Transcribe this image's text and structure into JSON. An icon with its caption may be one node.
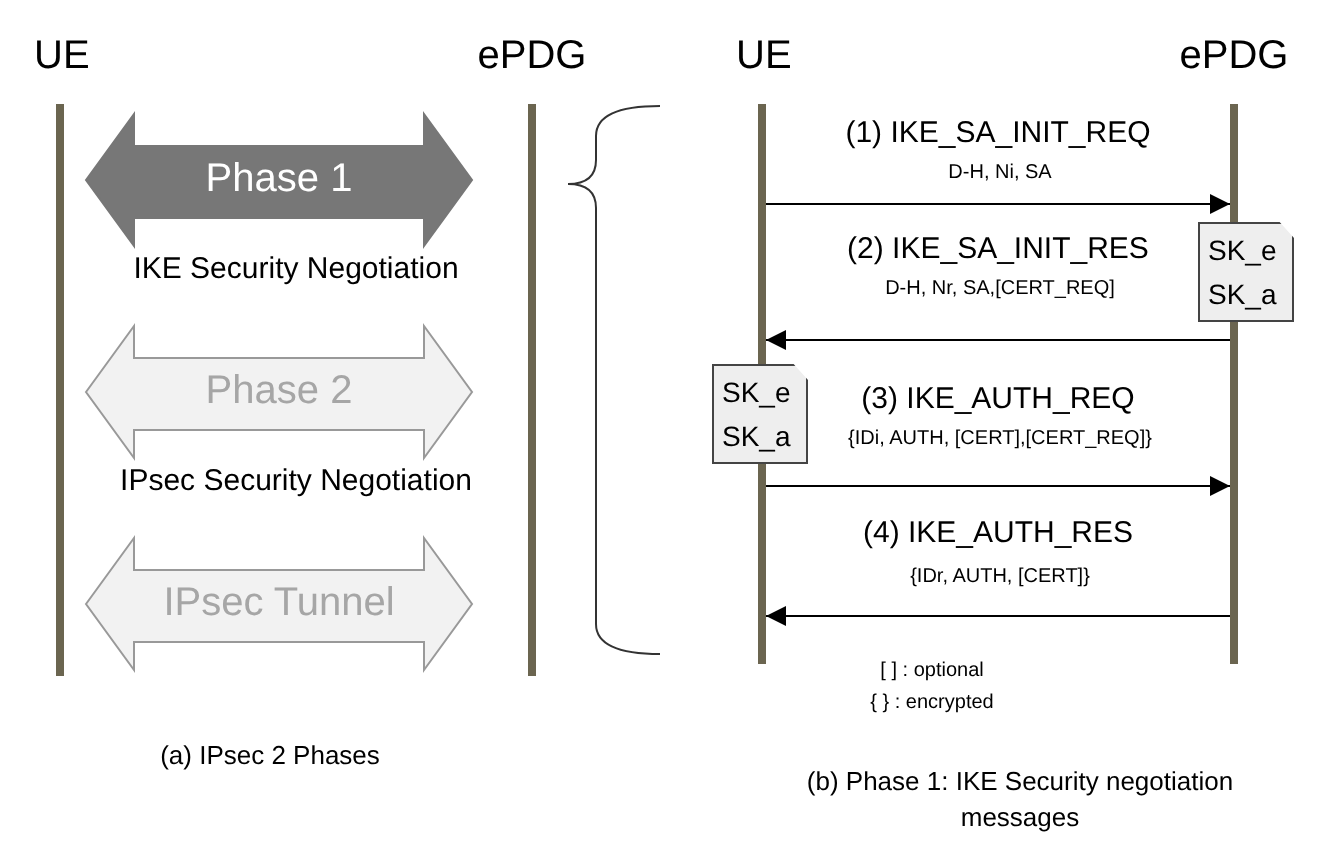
{
  "diagram": {
    "nodes": [
      {
        "text": [
          "UE"
        ]
      },
      {
        "text": [
          "ePDG"
        ]
      },
      {
        "text": [
          "UE"
        ]
      },
      {
        "text": [
          "ePDG"
        ]
      },
      {
        "text": [
          "SK_e SK_a"
        ]
      },
      {
        "text": [
          "SK_e SK_a"
        ]
      }
    ],
    "edges": [
      {
        "from": 0,
        "to": 1,
        "arrow": "both",
        "label": "Phase 1",
        "style": "thick",
        "color": "#777777"
      },
      {
        "from": 0,
        "to": 1,
        "arrow": "both",
        "label": "Phase 2",
        "style": "thick",
        "color": "#f2f2f2"
      },
      {
        "from": 0,
        "to": 1,
        "arrow": "both",
        "label": "IPsec Tunnel",
        "style": "thick",
        "color": "#f2f2f2"
      },
      {
        "from": 2,
        "to": 3,
        "arrow": "to",
        "label": "(1) IKE_SA_INIT_REQ"
      },
      {
        "from": 3,
        "to": 2,
        "arrow": "to",
        "label": "(2) IKE_SA_INIT_RES"
      },
      {
        "from": 2,
        "to": 3,
        "arrow": "to",
        "label": "(3) IKE_AUTH_REQ"
      },
      {
        "from": 3,
        "to": 2,
        "arrow": "to",
        "label": "(4) IKE_AUTH_RES"
      }
    ],
    "labels": [
      "IKE Security Negotiation",
      "IPsec Security Negotiation",
      "D-H, Ni, SA",
      "D-H, Nr, SA,[CERT_REQ]",
      "{IDi, AUTH, [CERT],[CERT_REQ]}",
      "{IDr, AUTH, [CERT]}",
      "[ ] : optional",
      "{ } : encrypted",
      "(a) IPsec 2 Phases",
      "(b) Phase 1: IKE Security negotiation messages"
    ]
  }
}
